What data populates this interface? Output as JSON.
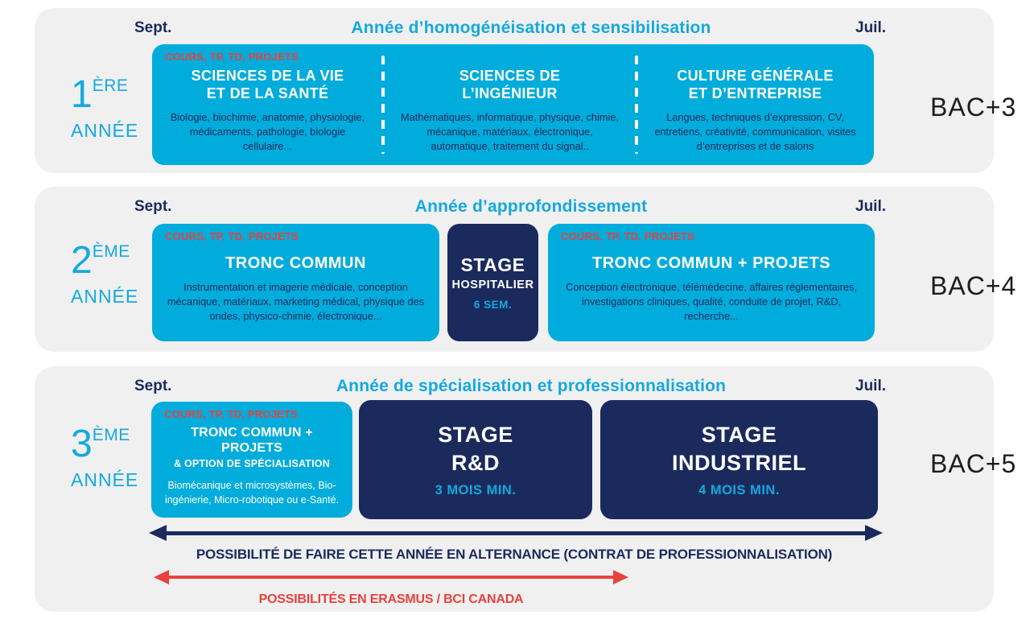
{
  "colors": {
    "cyan_box": "#00ACDB",
    "cyan_text": "#14A9DE",
    "navy": "#1B2A5C",
    "red": "#E8423D",
    "panel_gray": "#F0F0F1",
    "degree_dark": "#1D1D1B",
    "white": "#FFFFFF"
  },
  "sections": [
    {
      "year": {
        "num": "1",
        "suffix": "ÈRE",
        "word": "ANNÉE"
      },
      "start_month": "Sept.",
      "end_month": "Juil.",
      "title": "Année d’homogénéisation et sensibilisation",
      "degree": "BAC+3",
      "tag": "COURS, TP, TD, PROJETS",
      "columns": [
        {
          "heading": "SCIENCES DE LA VIE\nET DE LA SANTÉ",
          "body": "Biologie, biochimie, anatomie, physiologie, médicaments, pathologie, biologie cellulaire..."
        },
        {
          "heading": "SCIENCES DE\nL’INGÉNIEUR",
          "body": "Mathématiques, informatique, physique, chimie, mécanique, matériaux, électronique, automatique, traitement du signal.."
        },
        {
          "heading": "CULTURE GÉNÉRALE\nET D’ENTREPRISE",
          "body": "Langues, techniques d’expression, CV, entretiens, créativité, communication, visites d’entreprises et de salons"
        }
      ]
    },
    {
      "year": {
        "num": "2",
        "suffix": "ÈME",
        "word": "ANNÉE"
      },
      "start_month": "Sept.",
      "end_month": "Juil.",
      "title": "Année d’approfondissement",
      "degree": "BAC+4",
      "left_box": {
        "tag": "COURS, TP, TD, PROJETS",
        "heading": "TRONC COMMUN",
        "body": "Instrumentation et imagerie médicale, conception mécanique, matériaux, marketing médical, physique des ondes, physico-chimie, électronique..."
      },
      "stage": {
        "line1": "STAGE",
        "line2": "HOSPITALIER",
        "duration": "6 SEM."
      },
      "right_box": {
        "tag": "COURS, TP, TD, PROJETS",
        "heading": "TRONC COMMUN + PROJETS",
        "body": "Conception électronique, télémédecine, affaires réglementaires, investigations cliniques, qualité, conduite de projet, R&D, recherche..."
      }
    },
    {
      "year": {
        "num": "3",
        "suffix": "ÈME",
        "word": "ANNÉE"
      },
      "start_month": "Sept.",
      "end_month": "Juil.",
      "title": "Année de spécialisation et professionnalisation",
      "degree": "BAC+5",
      "left_box": {
        "tag": "COURS, TP, TD, PROJETS",
        "heading": "TRONC COMMUN + PROJETS",
        "subheading": "& OPTION DE SPÉCIALISATION",
        "body": "Biomécanique et microsystèmes, Bio-ingénierie, Micro-robotique ou e-Santé."
      },
      "stage_rd": {
        "line1": "STAGE",
        "line2": "R&D",
        "duration": "3 MOIS MIN."
      },
      "stage_industriel": {
        "line1": "STAGE",
        "line2": "INDUSTRIEL",
        "duration": "4 MOIS MIN."
      },
      "alternance_note": "POSSIBILITÉ DE FAIRE CETTE ANNÉE EN ALTERNANCE (CONTRAT DE PROFESSIONNALISATION)",
      "erasmus_note": "POSSIBILITÉS EN ERASMUS / BCI CANADA"
    }
  ]
}
